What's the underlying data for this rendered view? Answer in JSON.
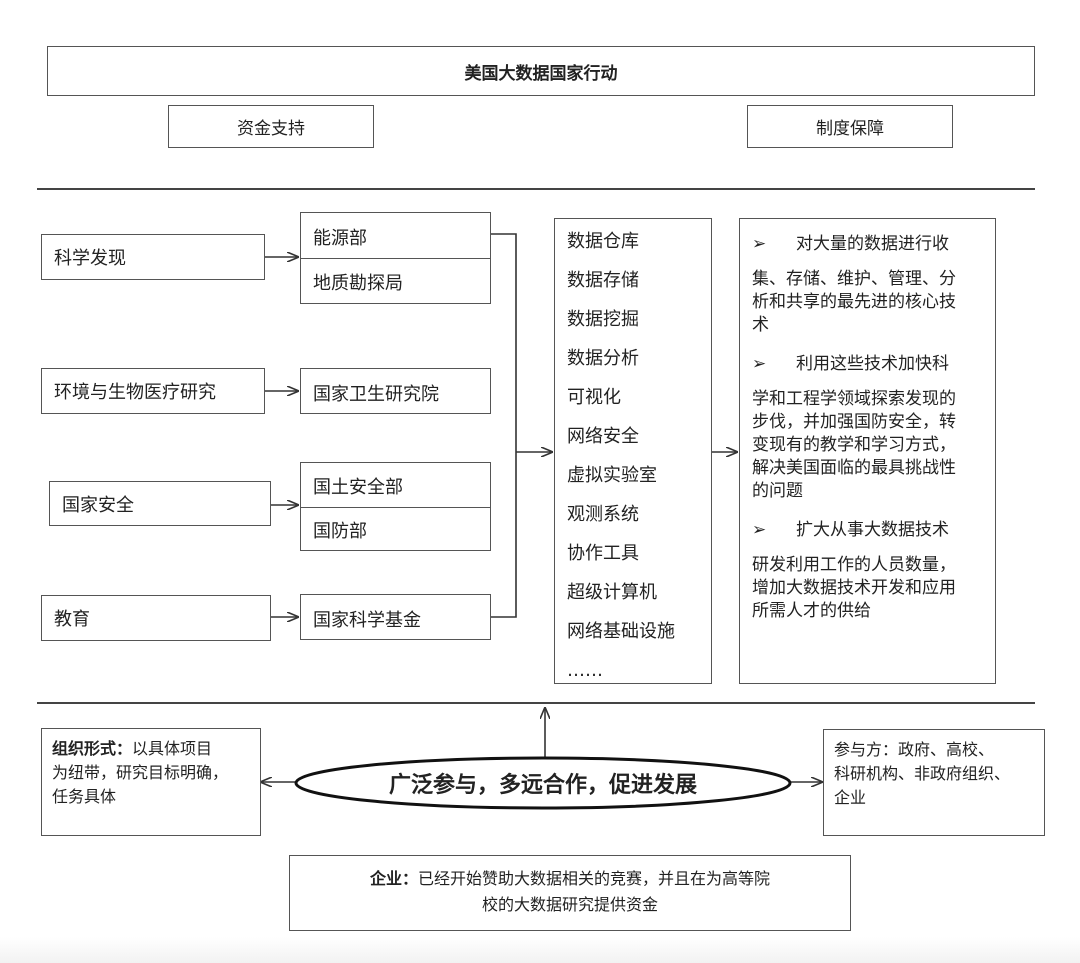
{
  "header": {
    "title": "美国大数据国家行动",
    "funding": "资金支持",
    "policy": "制度保障"
  },
  "fields": [
    {
      "name": "科学发现",
      "agencies": [
        "能源部",
        "地质勘探局"
      ]
    },
    {
      "name": "环境与生物医疗研究",
      "agencies": [
        "国家卫生研究院"
      ]
    },
    {
      "name": "国家安全",
      "agencies": [
        "国土安全部",
        "国防部"
      ]
    },
    {
      "name": "教育",
      "agencies": [
        "国家科学基金"
      ]
    }
  ],
  "technologies": [
    "数据仓库",
    "数据存储",
    "数据挖掘",
    "数据分析",
    "可视化",
    "网络安全",
    "虚拟实验室",
    "观测系统",
    "协作工具",
    "超级计算机",
    "网络基础设施",
    "……"
  ],
  "goals": [
    {
      "marker": "➢",
      "head": "对大量的数据进行收",
      "lines": [
        "集、存储、维护、管理、分",
        "析和共享的最先进的核心技",
        "术"
      ]
    },
    {
      "marker": "➢",
      "head": "利用这些技术加快科",
      "lines": [
        "学和工程学领域探索发现的",
        "步伐，并加强国防安全，转",
        "变现有的教学和学习方式，",
        "解决美国面临的最具挑战性",
        "的问题"
      ]
    },
    {
      "marker": "➢",
      "head": "扩大从事大数据技术",
      "lines": [
        "研发利用工作的人员数量，",
        "增加大数据技术开发和应用",
        "所需人才的供给"
      ]
    }
  ],
  "center_slogan": "广泛参与，多远合作，促进发展",
  "organization": {
    "label": "组织形式：",
    "lines": [
      "以具体项目",
      "为纽带，研究目标明确，",
      "任务具体"
    ]
  },
  "participants": {
    "lines": [
      "参与方：政府、高校、",
      "科研机构、非政府组织、",
      "企业"
    ]
  },
  "enterprise": {
    "label": "企业：",
    "line1": "已经开始赞助大数据相关的竞赛，并且在为高等院",
    "line2": "校的大数据研究提供资金"
  }
}
